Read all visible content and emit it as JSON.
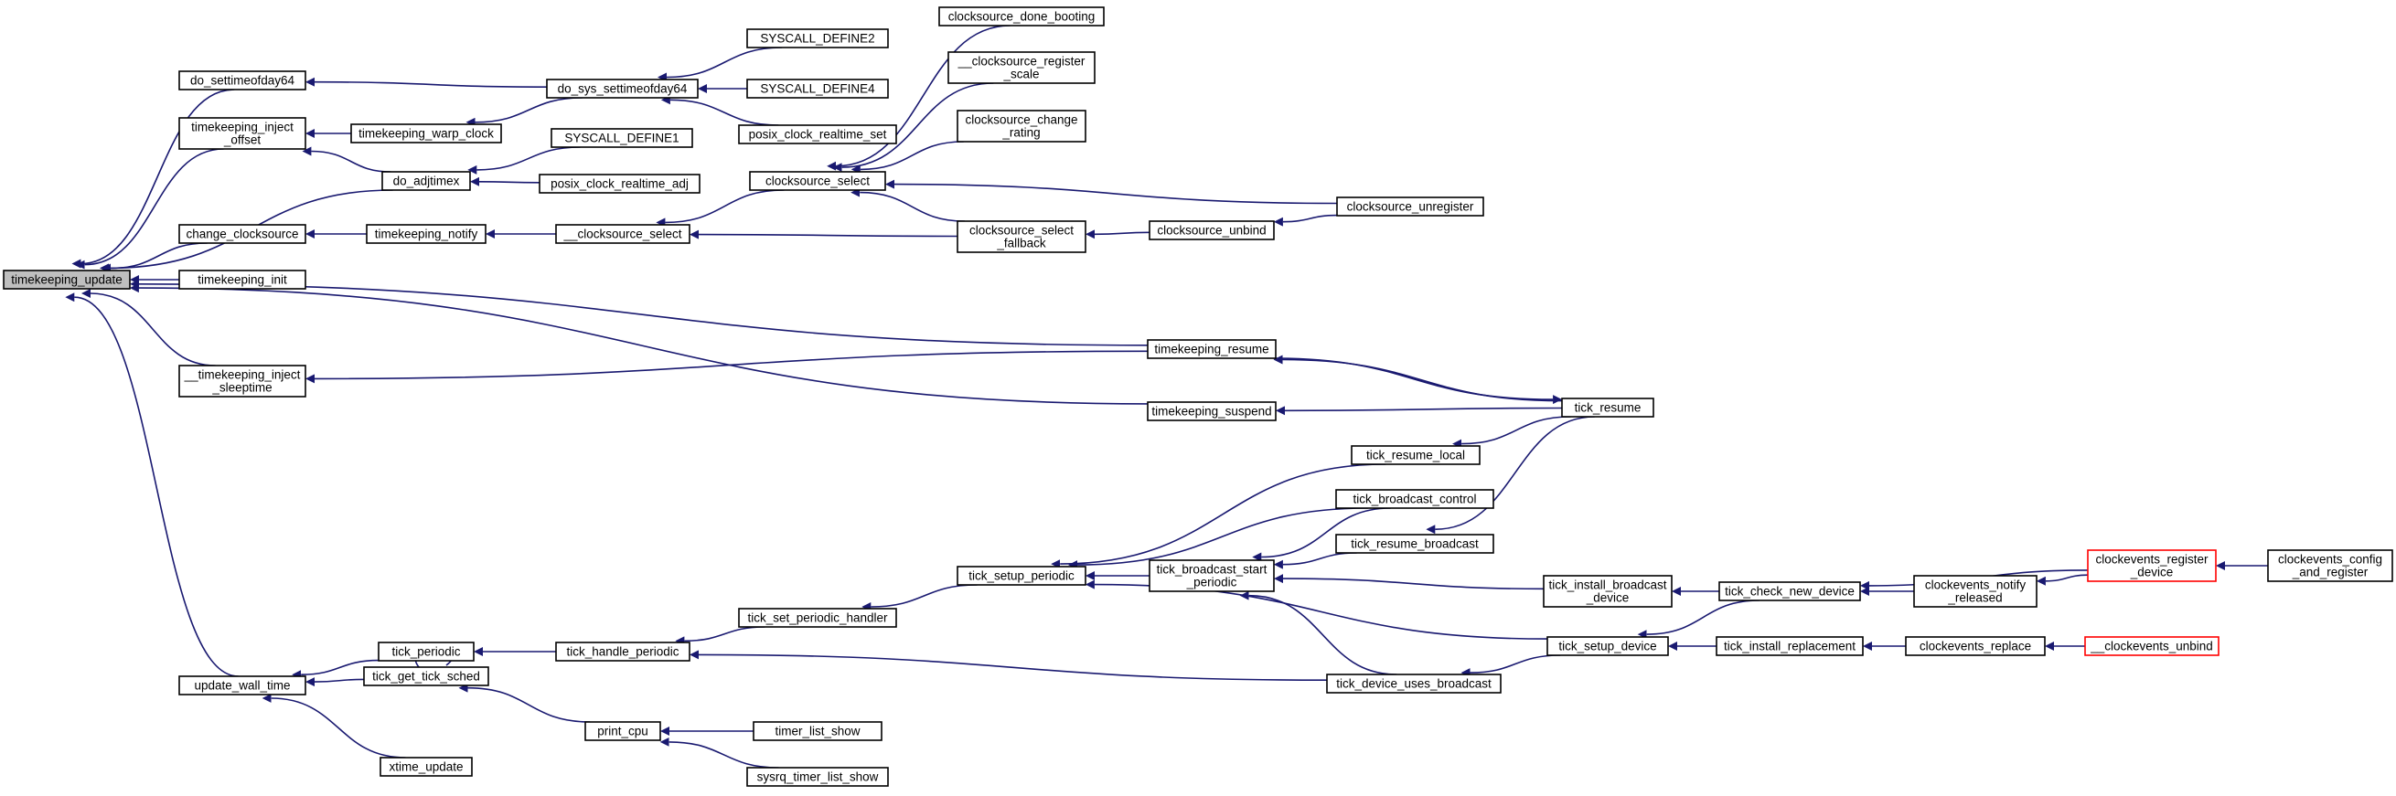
{
  "diagram": {
    "root": "timekeeping_update",
    "nodes": [
      {
        "id": "timekeeping_update",
        "lines": [
          "timekeeping_update"
        ],
        "style": "root"
      },
      {
        "id": "do_settimeofday64",
        "lines": [
          "do_settimeofday64"
        ]
      },
      {
        "id": "timekeeping_inject_offset",
        "lines": [
          "timekeeping_inject",
          "_offset"
        ]
      },
      {
        "id": "change_clocksource",
        "lines": [
          "change_clocksource"
        ]
      },
      {
        "id": "timekeeping_init",
        "lines": [
          "timekeeping_init"
        ]
      },
      {
        "id": "__timekeeping_inject_sleeptime",
        "lines": [
          "__timekeeping_inject",
          "_sleeptime"
        ]
      },
      {
        "id": "update_wall_time",
        "lines": [
          "update_wall_time"
        ]
      },
      {
        "id": "timekeeping_warp_clock",
        "lines": [
          "timekeeping_warp_clock"
        ]
      },
      {
        "id": "do_adjtimex",
        "lines": [
          "do_adjtimex"
        ]
      },
      {
        "id": "timekeeping_notify",
        "lines": [
          "timekeeping_notify"
        ]
      },
      {
        "id": "tick_periodic",
        "lines": [
          "tick_periodic"
        ]
      },
      {
        "id": "tick_get_tick_sched",
        "lines": [
          "tick_get_tick_sched"
        ]
      },
      {
        "id": "xtime_update",
        "lines": [
          "xtime_update"
        ]
      },
      {
        "id": "do_sys_settimeofday64",
        "lines": [
          "do_sys_settimeofday64"
        ]
      },
      {
        "id": "SYSCALL_DEFINE1",
        "lines": [
          "SYSCALL_DEFINE1"
        ]
      },
      {
        "id": "posix_clock_realtime_adj",
        "lines": [
          "posix_clock_realtime_adj"
        ]
      },
      {
        "id": "__clocksource_select",
        "lines": [
          "__clocksource_select"
        ]
      },
      {
        "id": "tick_handle_periodic",
        "lines": [
          "tick_handle_periodic"
        ]
      },
      {
        "id": "print_cpu",
        "lines": [
          "print_cpu"
        ]
      },
      {
        "id": "SYSCALL_DEFINE2",
        "lines": [
          "SYSCALL_DEFINE2"
        ]
      },
      {
        "id": "SYSCALL_DEFINE4",
        "lines": [
          "SYSCALL_DEFINE4"
        ]
      },
      {
        "id": "posix_clock_realtime_set",
        "lines": [
          "posix_clock_realtime_set"
        ]
      },
      {
        "id": "clocksource_select",
        "lines": [
          "clocksource_select"
        ]
      },
      {
        "id": "tick_set_periodic_handler",
        "lines": [
          "tick_set_periodic_handler"
        ]
      },
      {
        "id": "timer_list_show",
        "lines": [
          "timer_list_show"
        ]
      },
      {
        "id": "sysrq_timer_list_show",
        "lines": [
          "sysrq_timer_list_show"
        ]
      },
      {
        "id": "clocksource_done_booting",
        "lines": [
          "clocksource_done_booting"
        ]
      },
      {
        "id": "__clocksource_register_scale",
        "lines": [
          "__clocksource_register",
          "_scale"
        ]
      },
      {
        "id": "clocksource_change_rating",
        "lines": [
          "clocksource_change",
          "_rating"
        ]
      },
      {
        "id": "clocksource_select_fallback",
        "lines": [
          "clocksource_select",
          "_fallback"
        ]
      },
      {
        "id": "tick_setup_periodic",
        "lines": [
          "tick_setup_periodic"
        ]
      },
      {
        "id": "timekeeping_resume",
        "lines": [
          "timekeeping_resume"
        ]
      },
      {
        "id": "timekeeping_suspend",
        "lines": [
          "timekeeping_suspend"
        ]
      },
      {
        "id": "tick_broadcast_start_periodic",
        "lines": [
          "tick_broadcast_start",
          "_periodic"
        ]
      },
      {
        "id": "clocksource_unbind",
        "lines": [
          "clocksource_unbind"
        ]
      },
      {
        "id": "tick_resume_local",
        "lines": [
          "tick_resume_local"
        ]
      },
      {
        "id": "tick_broadcast_control",
        "lines": [
          "tick_broadcast_control"
        ]
      },
      {
        "id": "tick_resume_broadcast",
        "lines": [
          "tick_resume_broadcast"
        ]
      },
      {
        "id": "tick_device_uses_broadcast",
        "lines": [
          "tick_device_uses_broadcast"
        ]
      },
      {
        "id": "clocksource_unregister",
        "lines": [
          "clocksource_unregister"
        ]
      },
      {
        "id": "tick_resume",
        "lines": [
          "tick_resume"
        ]
      },
      {
        "id": "tick_install_broadcast_device",
        "lines": [
          "tick_install_broadcast",
          "_device"
        ]
      },
      {
        "id": "tick_setup_device",
        "lines": [
          "tick_setup_device"
        ]
      },
      {
        "id": "tick_check_new_device",
        "lines": [
          "tick_check_new_device"
        ]
      },
      {
        "id": "tick_install_replacement",
        "lines": [
          "tick_install_replacement"
        ]
      },
      {
        "id": "clockevents_notify_released",
        "lines": [
          "clockevents_notify",
          "_released"
        ]
      },
      {
        "id": "clockevents_replace",
        "lines": [
          "clockevents_replace"
        ]
      },
      {
        "id": "clockevents_register_device",
        "lines": [
          "clockevents_register",
          "_device"
        ],
        "style": "truncated"
      },
      {
        "id": "__clockevents_unbind",
        "lines": [
          "__clockevents_unbind"
        ],
        "style": "truncated"
      },
      {
        "id": "clockevents_config_and_register",
        "lines": [
          "clockevents_config",
          "_and_register"
        ]
      }
    ],
    "edges": [
      [
        "do_settimeofday64",
        "timekeeping_update"
      ],
      [
        "timekeeping_inject_offset",
        "timekeeping_update"
      ],
      [
        "do_adjtimex",
        "timekeeping_update"
      ],
      [
        "change_clocksource",
        "timekeeping_update"
      ],
      [
        "timekeeping_init",
        "timekeeping_update"
      ],
      [
        "timekeeping_resume",
        "timekeeping_update"
      ],
      [
        "__timekeeping_inject_sleeptime",
        "timekeeping_update"
      ],
      [
        "timekeeping_suspend",
        "timekeeping_update"
      ],
      [
        "update_wall_time",
        "timekeeping_update"
      ],
      [
        "do_sys_settimeofday64",
        "do_settimeofday64"
      ],
      [
        "timekeeping_warp_clock",
        "timekeeping_inject_offset"
      ],
      [
        "do_adjtimex",
        "timekeeping_inject_offset"
      ],
      [
        "timekeeping_notify",
        "change_clocksource"
      ],
      [
        "timekeeping_resume",
        "__timekeeping_inject_sleeptime"
      ],
      [
        "tick_periodic",
        "update_wall_time"
      ],
      [
        "tick_get_tick_sched",
        "update_wall_time"
      ],
      [
        "xtime_update",
        "update_wall_time"
      ],
      [
        "do_sys_settimeofday64",
        "timekeeping_warp_clock"
      ],
      [
        "SYSCALL_DEFINE1",
        "do_adjtimex"
      ],
      [
        "posix_clock_realtime_adj",
        "do_adjtimex"
      ],
      [
        "__clocksource_select",
        "timekeeping_notify"
      ],
      [
        "tick_handle_periodic",
        "tick_periodic"
      ],
      [
        "tick_get_tick_sched",
        "tick_get_tick_sched"
      ],
      [
        "print_cpu",
        "tick_get_tick_sched"
      ],
      [
        "SYSCALL_DEFINE2",
        "do_sys_settimeofday64"
      ],
      [
        "SYSCALL_DEFINE4",
        "do_sys_settimeofday64"
      ],
      [
        "posix_clock_realtime_set",
        "do_sys_settimeofday64"
      ],
      [
        "clocksource_select",
        "__clocksource_select"
      ],
      [
        "clocksource_select_fallback",
        "__clocksource_select"
      ],
      [
        "tick_set_periodic_handler",
        "tick_handle_periodic"
      ],
      [
        "tick_device_uses_broadcast",
        "tick_handle_periodic"
      ],
      [
        "timer_list_show",
        "print_cpu"
      ],
      [
        "sysrq_timer_list_show",
        "print_cpu"
      ],
      [
        "clocksource_done_booting",
        "clocksource_select"
      ],
      [
        "__clocksource_register_scale",
        "clocksource_select"
      ],
      [
        "clocksource_change_rating",
        "clocksource_select"
      ],
      [
        "clocksource_select_fallback",
        "clocksource_select"
      ],
      [
        "clocksource_unregister",
        "clocksource_select"
      ],
      [
        "tick_setup_periodic",
        "tick_set_periodic_handler"
      ],
      [
        "clocksource_unbind",
        "clocksource_select_fallback"
      ],
      [
        "clocksource_unregister",
        "clocksource_unbind"
      ],
      [
        "tick_resume_local",
        "tick_setup_periodic"
      ],
      [
        "tick_broadcast_control",
        "tick_setup_periodic"
      ],
      [
        "tick_broadcast_start_periodic",
        "tick_setup_periodic"
      ],
      [
        "tick_setup_device",
        "tick_setup_periodic"
      ],
      [
        "tick_resume",
        "timekeeping_resume"
      ],
      [
        "timekeeping_resume",
        "tick_resume"
      ],
      [
        "tick_resume",
        "timekeeping_suspend"
      ],
      [
        "tick_broadcast_control",
        "tick_broadcast_start_periodic"
      ],
      [
        "tick_resume_broadcast",
        "tick_broadcast_start_periodic"
      ],
      [
        "tick_install_broadcast_device",
        "tick_broadcast_start_periodic"
      ],
      [
        "tick_device_uses_broadcast",
        "tick_broadcast_start_periodic"
      ],
      [
        "tick_resume",
        "tick_resume_local"
      ],
      [
        "tick_resume",
        "tick_resume_broadcast"
      ],
      [
        "tick_setup_device",
        "tick_device_uses_broadcast"
      ],
      [
        "tick_check_new_device",
        "tick_install_broadcast_device"
      ],
      [
        "tick_check_new_device",
        "tick_setup_device"
      ],
      [
        "tick_install_replacement",
        "tick_setup_device"
      ],
      [
        "clockevents_register_device",
        "tick_check_new_device"
      ],
      [
        "clockevents_notify_released",
        "tick_check_new_device"
      ],
      [
        "clockevents_replace",
        "tick_install_replacement"
      ],
      [
        "clockevents_register_device",
        "clockevents_notify_released"
      ],
      [
        "__clockevents_unbind",
        "clockevents_replace"
      ],
      [
        "clockevents_config_and_register",
        "clockevents_register_device"
      ]
    ]
  }
}
